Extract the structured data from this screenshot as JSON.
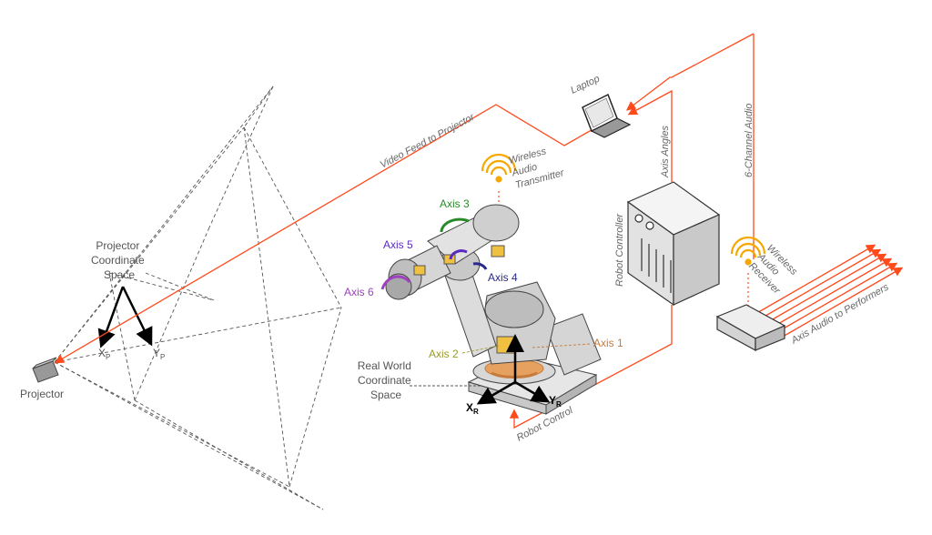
{
  "labels": {
    "projector": "Projector",
    "projector_space": [
      "Projector",
      "Coordinate",
      "Space"
    ],
    "video_feed": "Video Feed to Projector",
    "laptop": "Laptop",
    "wireless_tx": [
      "Wireless",
      "Audio",
      "Transmitter"
    ],
    "axis_angles": "Axis Angles",
    "six_channel": "6-Channel Audio",
    "robot_controller": "Robot Controller",
    "wireless_rx": [
      "Wireless",
      "Audio",
      "Receiver"
    ],
    "axis_audio": "Axis Audio to Performers",
    "robot_control": "Robot Control",
    "real_world": [
      "Real World",
      "Coordinate",
      "Space"
    ],
    "axis1": "Axis 1",
    "axis2": "Axis 2",
    "axis3": "Axis 3",
    "axis4": "Axis 4",
    "axis5": "Axis 5",
    "axis6": "Axis 6",
    "xr": "X",
    "yr": "Y",
    "sub_r": "R",
    "xp": "X",
    "yp": "Y",
    "sub_p": "P"
  },
  "colors": {
    "signal": "#ff4a1c",
    "wireless": "#f6a800",
    "axis1": "#c87a3a",
    "axis2": "#9a9a2a",
    "axis3": "#2a8a2a",
    "axis4": "#2a2a8a",
    "axis5": "#5a2ac0",
    "axis6": "#a040c0",
    "dashed": "#555555"
  }
}
